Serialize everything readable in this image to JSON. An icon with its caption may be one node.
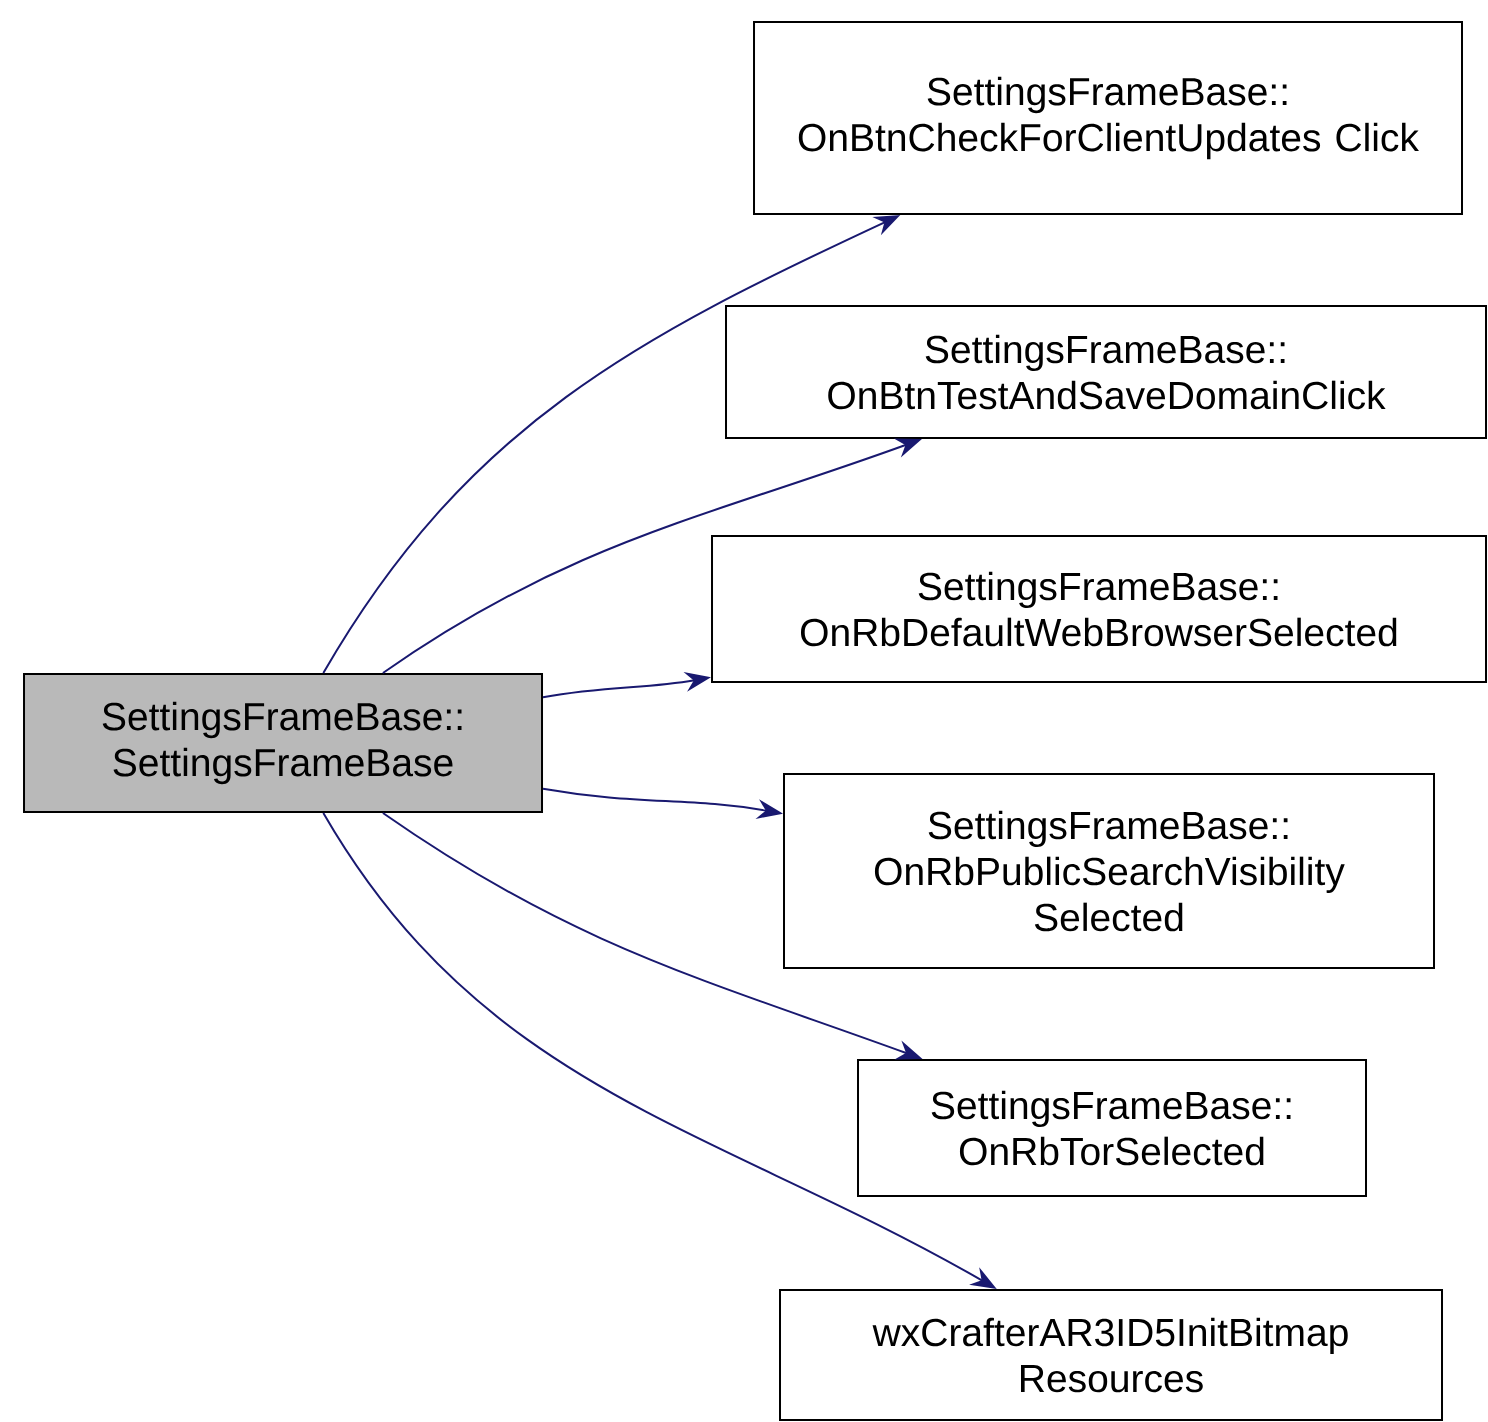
{
  "diagram": {
    "nodes": [
      {
        "text": [
          "SettingsFrameBase:: SettingsFrameBase"
        ]
      },
      {
        "text": [
          "SettingsFrameBase:: OnBtnCheckForClientUpdates Click"
        ]
      },
      {
        "text": [
          "SettingsFrameBase:: OnBtnTestAndSaveDomainClick"
        ]
      },
      {
        "text": [
          "SettingsFrameBase:: OnRbDefaultWebBrowserSelected"
        ]
      },
      {
        "text": [
          "SettingsFrameBase:: OnRbPublicSearchVisibility Selected"
        ]
      },
      {
        "text": [
          "SettingsFrameBase:: OnRbTorSelected"
        ]
      },
      {
        "text": [
          "wxCrafterAR3ID5InitBitmap Resources"
        ]
      }
    ],
    "edges": [
      {
        "from": 0,
        "to": 1,
        "arrow": "to"
      },
      {
        "from": 0,
        "to": 2,
        "arrow": "to"
      },
      {
        "from": 0,
        "to": 3,
        "arrow": "to"
      },
      {
        "from": 0,
        "to": 4,
        "arrow": "to"
      },
      {
        "from": 0,
        "to": 5,
        "arrow": "to"
      },
      {
        "from": 0,
        "to": 6,
        "arrow": "to"
      }
    ]
  }
}
